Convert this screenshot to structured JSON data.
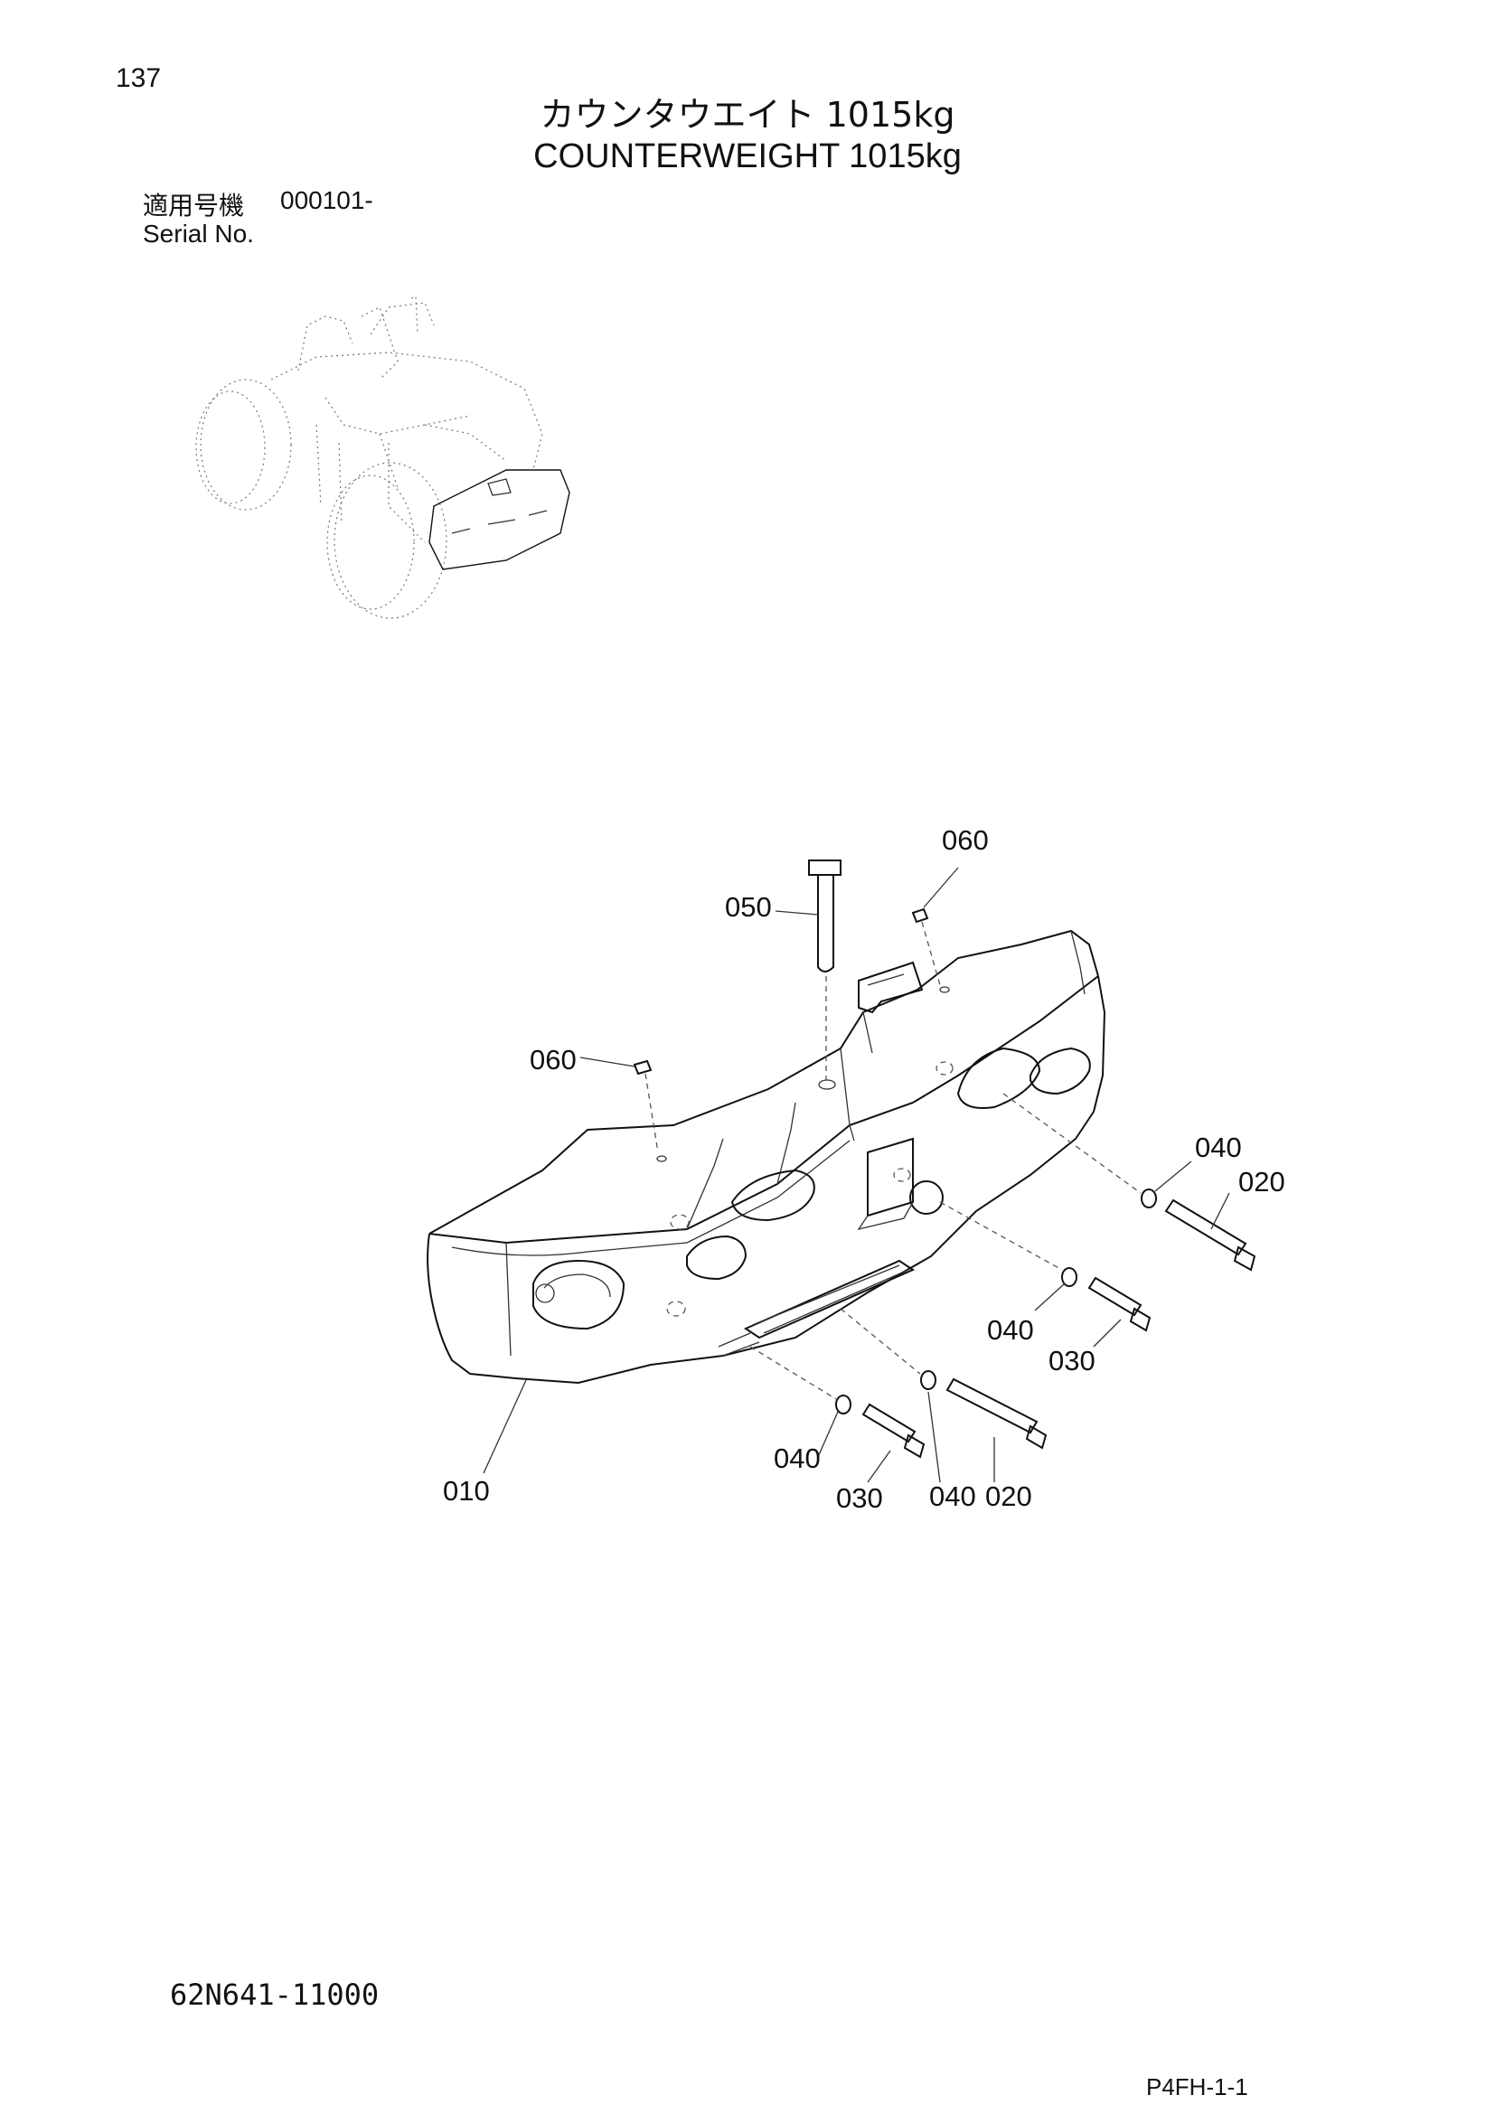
{
  "page_number": "137",
  "title_ja": "カウンタウエイト 1015kg",
  "title_en": "COUNTERWEIGHT 1015kg",
  "serial": {
    "label_ja": "適用号機",
    "value": "000101-",
    "label_en": "Serial No."
  },
  "callouts": [
    "060",
    "050",
    "060",
    "040",
    "020",
    "040",
    "030",
    "040",
    "030",
    "040",
    "020",
    "010"
  ],
  "part_code": "62N641-11000",
  "page_ref": "P4FH-1-1"
}
